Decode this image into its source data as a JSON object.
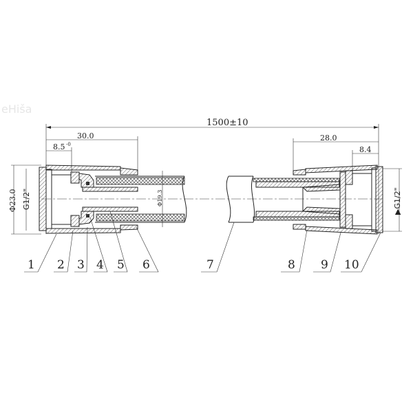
{
  "watermark": "eHiša",
  "dimensions": {
    "overall_length": "1500±10",
    "left_fitting_length": "30.0",
    "left_thread_length": "8.5",
    "left_thread_tolerance": "-0",
    "outer_diameter": "Φ23.0",
    "left_thread": "G1/2\"",
    "hose_diameter": "Φ19.3",
    "right_fitting_length": "28.0",
    "right_thread_length": "8.4",
    "right_thread": "▶G1/2\""
  },
  "part_labels": [
    "1",
    "2",
    "3",
    "4",
    "5",
    "6",
    "7",
    "8",
    "9",
    "10"
  ]
}
